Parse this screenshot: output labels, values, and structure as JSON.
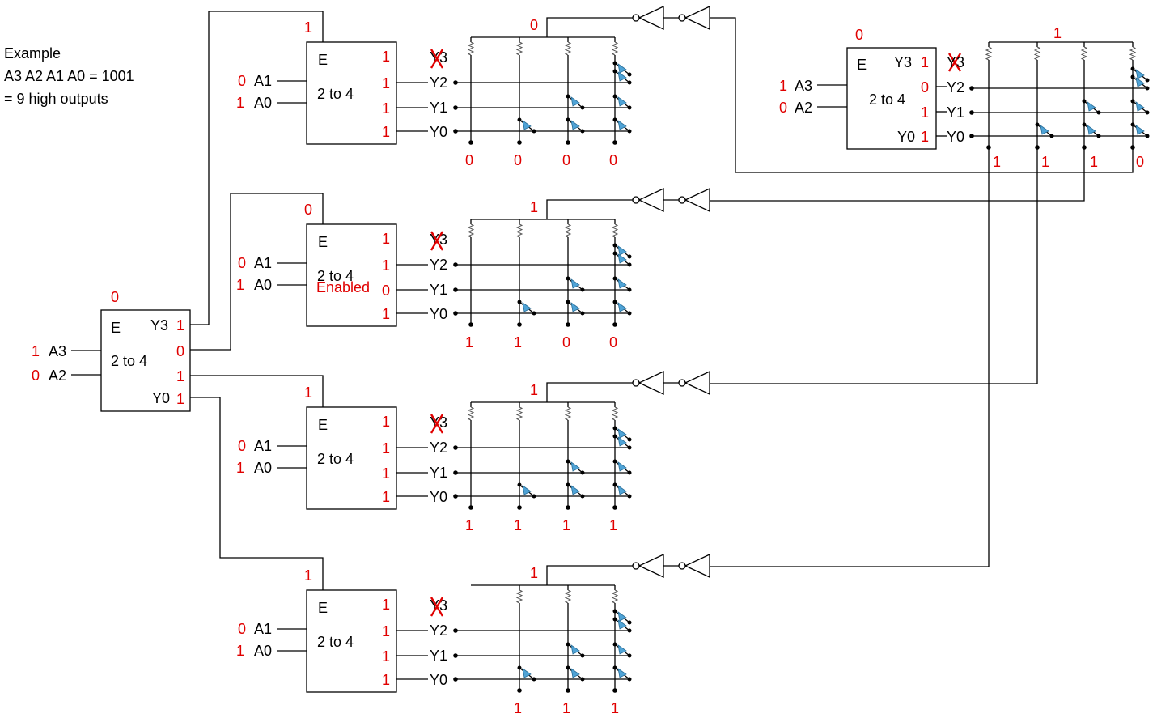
{
  "example": {
    "line1": "Example",
    "line2": "A3 A2 A1 A0 = 1001",
    "line3": "= 9 high outputs"
  },
  "labels": {
    "E": "E",
    "two_to_four": "2 to 4",
    "Y3": "Y3",
    "Y2": "Y2",
    "Y1": "Y1",
    "Y0": "Y0",
    "A0": "A0",
    "A1": "A1",
    "A2": "A2",
    "A3": "A3",
    "enabled": "Enabled"
  },
  "top_decoder": {
    "enable": "0",
    "a2": "0",
    "a3": "1",
    "y3": "1",
    "y2": "0",
    "y1": "1",
    "y0": "1"
  },
  "main_decoder": {
    "enable": "0",
    "a3": "1",
    "a2": "0",
    "y3": "1",
    "y2": "0",
    "y1": "1",
    "y0": "1"
  },
  "top_grid_outputs": [
    "1",
    "1",
    "1",
    "0"
  ],
  "top_grid_supply": "1",
  "sub_decoders": [
    {
      "enable": "1",
      "a1": "0",
      "a0": "1",
      "y3": "1",
      "y2": "1",
      "y1": "1",
      "y0": "1",
      "note": "",
      "supply": "0",
      "outputs": [
        "0",
        "0",
        "0",
        "0"
      ]
    },
    {
      "enable": "0",
      "a1": "0",
      "a0": "1",
      "y3": "1",
      "y2": "1",
      "y1": "0",
      "y0": "1",
      "note": "Enabled",
      "supply": "1",
      "outputs": [
        "1",
        "1",
        "0",
        "0"
      ]
    },
    {
      "enable": "1",
      "a1": "0",
      "a0": "1",
      "y3": "1",
      "y2": "1",
      "y1": "1",
      "y0": "1",
      "note": "",
      "supply": "1",
      "outputs": [
        "1",
        "1",
        "1",
        "1"
      ]
    },
    {
      "enable": "1",
      "a1": "0",
      "a0": "1",
      "y3": "1",
      "y2": "1",
      "y1": "1",
      "y0": "1",
      "note": "",
      "supply": "1",
      "outputs": [
        "1",
        "1",
        "1"
      ]
    }
  ],
  "colors": {
    "value": "#e00000",
    "diode": "#4fa3d6",
    "wire": "#000000"
  }
}
